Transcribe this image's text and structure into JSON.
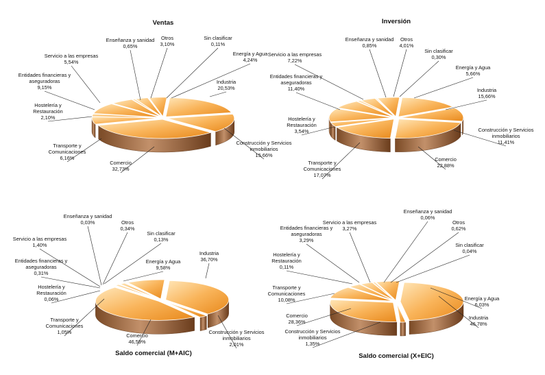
{
  "colors": {
    "top_light": "#FFE2B0",
    "top_mid": "#F9B45A",
    "top_dark": "#E88A1E",
    "side_light": "#B98255",
    "side_dark": "#6E4020"
  },
  "chart_data": [
    {
      "type": "pie",
      "title": "Ventas",
      "slices": [
        {
          "label": "Industria",
          "value": 20.53,
          "value_text": "20,53%"
        },
        {
          "label": "Construcción y Servicios inmobiliarios",
          "value": 15.66,
          "value_text": "15,66%"
        },
        {
          "label": "Comercio",
          "value": 32.73,
          "value_text": "32,73%"
        },
        {
          "label": "Transporte y Comunicaciones",
          "value": 6.16,
          "value_text": "6,16%"
        },
        {
          "label": "Hostelería y Restauración",
          "value": 2.1,
          "value_text": "2,10%"
        },
        {
          "label": "Entidades financieras y aseguradoras",
          "value": 9.15,
          "value_text": "9,15%"
        },
        {
          "label": "Servicio a las empresas",
          "value": 5.54,
          "value_text": "5,54%"
        },
        {
          "label": "Enseñanza y sanidad",
          "value": 0.65,
          "value_text": "0,65%"
        },
        {
          "label": "Otros",
          "value": 3.1,
          "value_text": "3,10%"
        },
        {
          "label": "Sin clasificar",
          "value": 0.11,
          "value_text": "0,11%"
        },
        {
          "label": "Energía y Agua",
          "value": 4.24,
          "value_text": "4,24%"
        }
      ]
    },
    {
      "type": "pie",
      "title": "Inversión",
      "slices": [
        {
          "label": "Industria",
          "value": 15.66,
          "value_text": "15,66%"
        },
        {
          "label": "Construcción y Servicios inmobiliarios",
          "value": 11.41,
          "value_text": "11,41%"
        },
        {
          "label": "Comercio",
          "value": 22.88,
          "value_text": "22,88%"
        },
        {
          "label": "Transporte y Comunicaciones",
          "value": 17.07,
          "value_text": "17,07%"
        },
        {
          "label": "Hostelería y Restauración",
          "value": 3.54,
          "value_text": "3,54%"
        },
        {
          "label": "Entidades financieras y aseguradoras",
          "value": 11.4,
          "value_text": "11,40%"
        },
        {
          "label": "Servicio a las empresas",
          "value": 7.22,
          "value_text": "7,22%"
        },
        {
          "label": "Enseñanza y sanidad",
          "value": 0.85,
          "value_text": "0,85%"
        },
        {
          "label": "Otros",
          "value": 4.01,
          "value_text": "4,01%"
        },
        {
          "label": "Sin clasificar",
          "value": 0.3,
          "value_text": "0,30%"
        },
        {
          "label": "Energía y Agua",
          "value": 5.66,
          "value_text": "5,66%"
        }
      ]
    },
    {
      "type": "pie",
      "title": "Saldo comercial (M+AIC)",
      "slices": [
        {
          "label": "Industria",
          "value": 36.7,
          "value_text": "36,70%"
        },
        {
          "label": "Construcción y Servicios inmobiliarios",
          "value": 2.01,
          "value_text": "2,01%"
        },
        {
          "label": "Comercio",
          "value": 46.59,
          "value_text": "46,59%"
        },
        {
          "label": "Transporte y Comunicaciones",
          "value": 1.05,
          "value_text": "1,05%"
        },
        {
          "label": "Hostelería y Restauración",
          "value": 0.06,
          "value_text": "0,06%"
        },
        {
          "label": "Entidades financieras y aseguradoras",
          "value": 0.31,
          "value_text": "0,31%"
        },
        {
          "label": "Servicio a las empresas",
          "value": 1.4,
          "value_text": "1,40%"
        },
        {
          "label": "Enseñanza y sanidad",
          "value": 0.03,
          "value_text": "0,03%"
        },
        {
          "label": "Otros",
          "value": 0.34,
          "value_text": "0,34%"
        },
        {
          "label": "Sin clasificar",
          "value": 0.13,
          "value_text": "0,13%"
        },
        {
          "label": "Energía y Agua",
          "value": 9.58,
          "value_text": "9,58%"
        }
      ]
    },
    {
      "type": "pie",
      "title": "Saldo comercial (X+EIC)",
      "slices": [
        {
          "label": "Industria",
          "value": 46.78,
          "value_text": "46,78%"
        },
        {
          "label": "Construcción y Servicios inmobiliarios",
          "value": 1.35,
          "value_text": "1,35%"
        },
        {
          "label": "Comercio",
          "value": 28.36,
          "value_text": "28,36%"
        },
        {
          "label": "Transporte y Comunicaciones",
          "value": 10.08,
          "value_text": "10,08%"
        },
        {
          "label": "Hostelería y Restauración",
          "value": 0.11,
          "value_text": "0,11%"
        },
        {
          "label": "Entidades financieras y aseguradoras",
          "value": 3.29,
          "value_text": "3,29%"
        },
        {
          "label": "Servicio a las empresas",
          "value": 3.27,
          "value_text": "3,27%"
        },
        {
          "label": "Enseñanza y sanidad",
          "value": 0.06,
          "value_text": "0,06%"
        },
        {
          "label": "Otros",
          "value": 0.62,
          "value_text": "0,62%"
        },
        {
          "label": "Sin clasificar",
          "value": 0.04,
          "value_text": "0,04%"
        },
        {
          "label": "Energía y Agua",
          "value": 6.03,
          "value_text": "6,03%"
        }
      ]
    }
  ]
}
